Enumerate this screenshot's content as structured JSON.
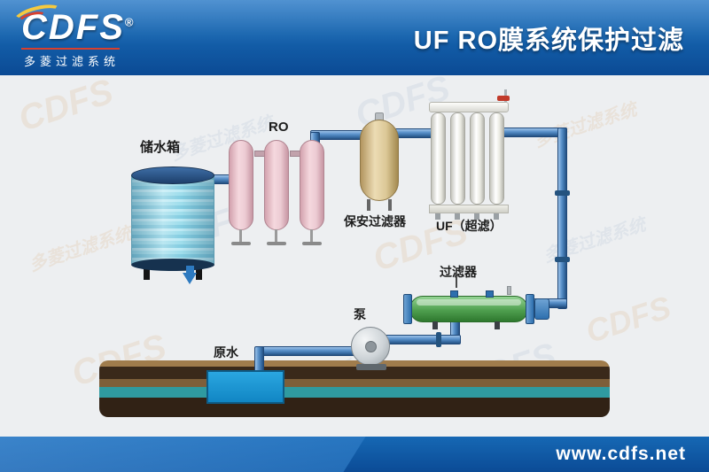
{
  "header": {
    "logo": {
      "brand": "CDFS",
      "registered_mark": "®",
      "subtitle": "多菱过滤系统"
    },
    "title": "UF RO膜系统保护过滤"
  },
  "diagram": {
    "labels": {
      "storage_tank": "储水箱",
      "ro": "RO",
      "security_filter": "保安过滤器",
      "uf": "UF（超滤）",
      "filter": "过滤器",
      "pump": "泵",
      "raw_water": "原水"
    }
  },
  "watermark": {
    "latin": "CDFS",
    "cjk": "多菱过滤系统"
  },
  "footer": {
    "url": "www.cdfs.net"
  },
  "colors": {
    "header_blue": "#1563ae",
    "pipe_blue": "#4a84c0",
    "tank_cyan": "#9adceb",
    "ro_pink": "#f3d4da",
    "vessel_tan": "#e6d6ae",
    "filter_green": "#4f9f4f",
    "water_blue": "#2aa6e0",
    "ground_teal": "#2f9aa0",
    "footer_blue": "#0b4b96"
  }
}
